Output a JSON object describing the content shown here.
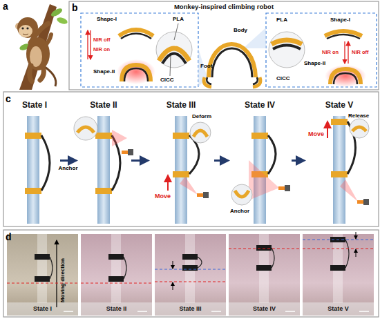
{
  "diagram": {
    "nodes": [
      {
        "text": [
          "Monkey-inspired climbing robot"
        ]
      },
      {
        "text": [
          "State I"
        ]
      },
      {
        "text": [
          "State II"
        ]
      },
      {
        "text": [
          "State III"
        ]
      },
      {
        "text": [
          "State IV"
        ]
      },
      {
        "text": [
          "State V"
        ]
      },
      {
        "text": [
          "State I"
        ]
      },
      {
        "text": [
          "State II"
        ]
      },
      {
        "text": [
          "State III"
        ]
      },
      {
        "text": [
          "State IV"
        ]
      },
      {
        "text": [
          "State V"
        ]
      }
    ],
    "edges": [
      {
        "from": 1,
        "to": 2,
        "arrow": "to",
        "label": "Anchor"
      },
      {
        "from": 2,
        "to": 3,
        "arrow": "to"
      },
      {
        "from": 3,
        "to": 4,
        "arrow": "to"
      },
      {
        "from": 4,
        "to": 5,
        "arrow": "to"
      }
    ],
    "labels": [
      "a",
      "b",
      "Shape-I",
      "NIR off",
      "NIR on",
      "Shape-II",
      "PLA",
      "CICC",
      "Body",
      "Foot",
      "PLA",
      "CICC",
      "Shape-I",
      "NIR on",
      "NIR off",
      "Shape-II",
      "c",
      "Deform",
      "Move",
      "Anchor",
      "Move",
      "Release",
      "d",
      "Moving direction"
    ]
  }
}
